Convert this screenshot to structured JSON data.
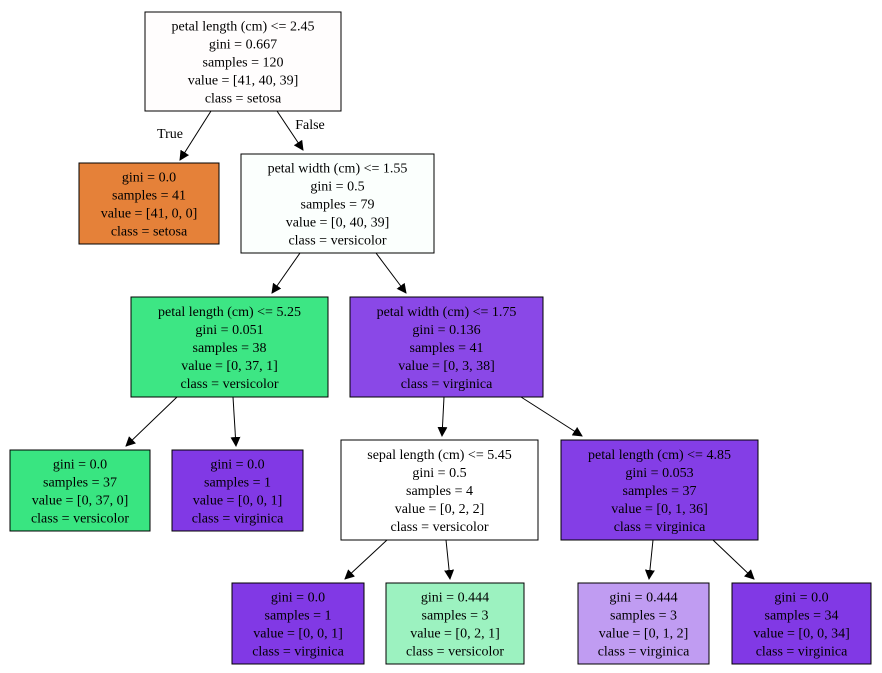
{
  "tree": {
    "colors": {
      "white": "#ffffff",
      "near_white": "#fffdfd",
      "orange": "#e58139",
      "light_cyan": "#fbfffd",
      "green": "#3de684",
      "purple_mid": "#8a48e7",
      "purple": "#8139e5",
      "purple_strong": "#843ee6",
      "light_green": "#9cf2c0",
      "lavender": "#c09cf2"
    },
    "edge_labels": {
      "true_label": "True",
      "false_label": "False"
    },
    "nodes": [
      {
        "id": "n0",
        "color": "#fffdfd",
        "lines": [
          "petal length (cm) <= 2.45",
          "gini = 0.667",
          "samples = 120",
          "value = [41, 40, 39]",
          "class = setosa"
        ]
      },
      {
        "id": "n1",
        "color": "#e58139",
        "lines": [
          "gini = 0.0",
          "samples = 41",
          "value = [41, 0, 0]",
          "class = setosa"
        ]
      },
      {
        "id": "n2",
        "color": "#fbfffd",
        "lines": [
          "petal width (cm) <= 1.55",
          "gini = 0.5",
          "samples = 79",
          "value = [0, 40, 39]",
          "class = versicolor"
        ]
      },
      {
        "id": "n3",
        "color": "#3de684",
        "lines": [
          "petal length (cm) <= 5.25",
          "gini = 0.051",
          "samples = 38",
          "value = [0, 37, 1]",
          "class = versicolor"
        ]
      },
      {
        "id": "n4",
        "color": "#8a48e7",
        "lines": [
          "petal width (cm) <= 1.75",
          "gini = 0.136",
          "samples = 41",
          "value = [0, 3, 38]",
          "class = virginica"
        ]
      },
      {
        "id": "n5",
        "color": "#39e581",
        "lines": [
          "gini = 0.0",
          "samples = 37",
          "value = [0, 37, 0]",
          "class = versicolor"
        ]
      },
      {
        "id": "n6",
        "color": "#8139e5",
        "lines": [
          "gini = 0.0",
          "samples = 1",
          "value = [0, 0, 1]",
          "class = virginica"
        ]
      },
      {
        "id": "n7",
        "color": "#ffffff",
        "lines": [
          "sepal length (cm) <= 5.45",
          "gini = 0.5",
          "samples = 4",
          "value = [0, 2, 2]",
          "class = versicolor"
        ]
      },
      {
        "id": "n8",
        "color": "#843ee6",
        "lines": [
          "petal length (cm) <= 4.85",
          "gini = 0.053",
          "samples = 37",
          "value = [0, 1, 36]",
          "class = virginica"
        ]
      },
      {
        "id": "n9",
        "color": "#8139e5",
        "lines": [
          "gini = 0.0",
          "samples = 1",
          "value = [0, 0, 1]",
          "class = virginica"
        ]
      },
      {
        "id": "n10",
        "color": "#9cf2c0",
        "lines": [
          "gini = 0.444",
          "samples = 3",
          "value = [0, 2, 1]",
          "class = versicolor"
        ]
      },
      {
        "id": "n11",
        "color": "#c09cf2",
        "lines": [
          "gini = 0.444",
          "samples = 3",
          "value = [0, 1, 2]",
          "class = virginica"
        ]
      },
      {
        "id": "n12",
        "color": "#8139e5",
        "lines": [
          "gini = 0.0",
          "samples = 34",
          "value = [0, 0, 34]",
          "class = virginica"
        ]
      }
    ],
    "edges": [
      {
        "from": "n0",
        "to": "n1"
      },
      {
        "from": "n0",
        "to": "n2"
      },
      {
        "from": "n2",
        "to": "n3"
      },
      {
        "from": "n2",
        "to": "n4"
      },
      {
        "from": "n3",
        "to": "n5"
      },
      {
        "from": "n3",
        "to": "n6"
      },
      {
        "from": "n4",
        "to": "n7"
      },
      {
        "from": "n4",
        "to": "n8"
      },
      {
        "from": "n7",
        "to": "n9"
      },
      {
        "from": "n7",
        "to": "n10"
      },
      {
        "from": "n8",
        "to": "n11"
      },
      {
        "from": "n8",
        "to": "n12"
      }
    ]
  }
}
